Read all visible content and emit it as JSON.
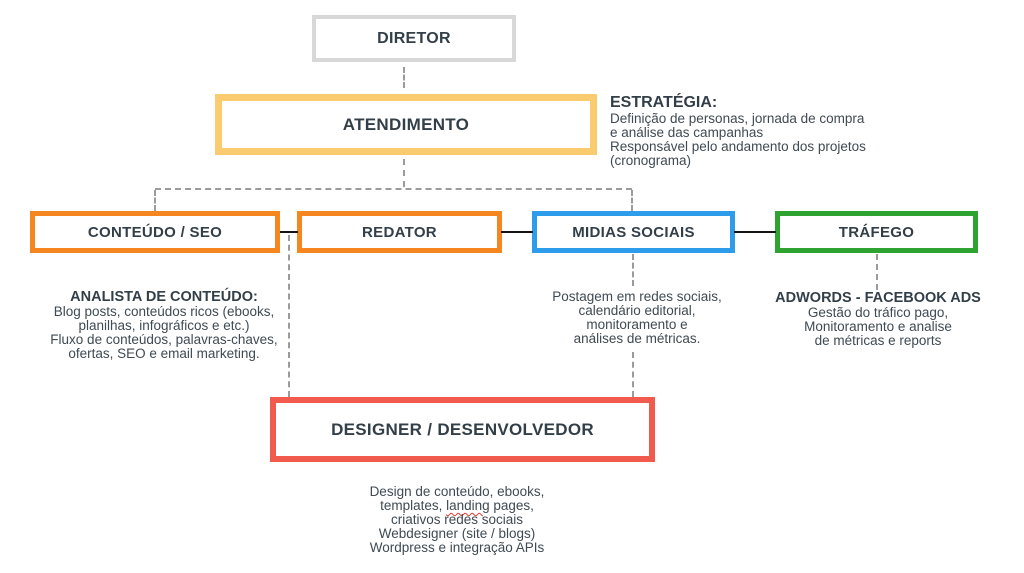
{
  "diagram": {
    "type": "org-chart",
    "language": "pt-BR",
    "colors": {
      "diretor_border": "#d8d8d8",
      "atendimento_border": "#facc6f",
      "conteudo_border": "#f6861f",
      "redator_border": "#f6861f",
      "midias_border": "#2d9cea",
      "trafego_border": "#2fa32f",
      "designer_border": "#f15b4d",
      "label_text": "#333f48",
      "body_text": "#3f4a52",
      "connector_dashed": "#9b9b9b",
      "connector_solid": "#141414"
    },
    "nodes": {
      "diretor": {
        "label": "DIRETOR"
      },
      "atendimento": {
        "label": "ATENDIMENTO"
      },
      "conteudo_seo": {
        "label": "CONTEÚDO / SEO"
      },
      "redator": {
        "label": "REDATOR"
      },
      "midias": {
        "label": "MIDIAS SOCIAIS"
      },
      "trafego": {
        "label": "TRÁFEGO"
      },
      "designer": {
        "label": "DESIGNER / DESENVOLVEDOR"
      }
    },
    "annotations": {
      "estrategia": {
        "heading": "ESTRATÉGIA:",
        "line1": "Definição de personas, jornada de compra",
        "line2": "e análise das campanhas",
        "line3": "Responsável pelo andamento dos projetos",
        "line4": "(cronograma)"
      },
      "analista": {
        "heading": "ANALISTA DE CONTEÚDO:",
        "line1": "Blog posts, conteúdos ricos (ebooks,",
        "line2": "planilhas, infográficos e etc.)",
        "line3": "Fluxo de conteúdos, palavras-chaves,",
        "line4": "ofertas, SEO e email marketing."
      },
      "midias": {
        "line1": "Postagem em redes sociais,",
        "line2": "calendário editorial,",
        "line3": "monitoramento e",
        "line4": "análises de métricas."
      },
      "adwords": {
        "heading": "ADWORDS - FACEBOOK ADS",
        "line1": "Gestão do tráfico pago,",
        "line2": "Monitoramento e analise",
        "line3": "de métricas e reports"
      },
      "designer_notes": {
        "line1": "Design de conteúdo, ebooks,",
        "line2_pre": "templates, ",
        "line2_misspelled": "landing",
        "line2_post": " pages,",
        "line3": "criativos redes sociais",
        "line4": "Webdesigner (site / blogs)",
        "line5": "Wordpress e integração APIs"
      }
    }
  }
}
